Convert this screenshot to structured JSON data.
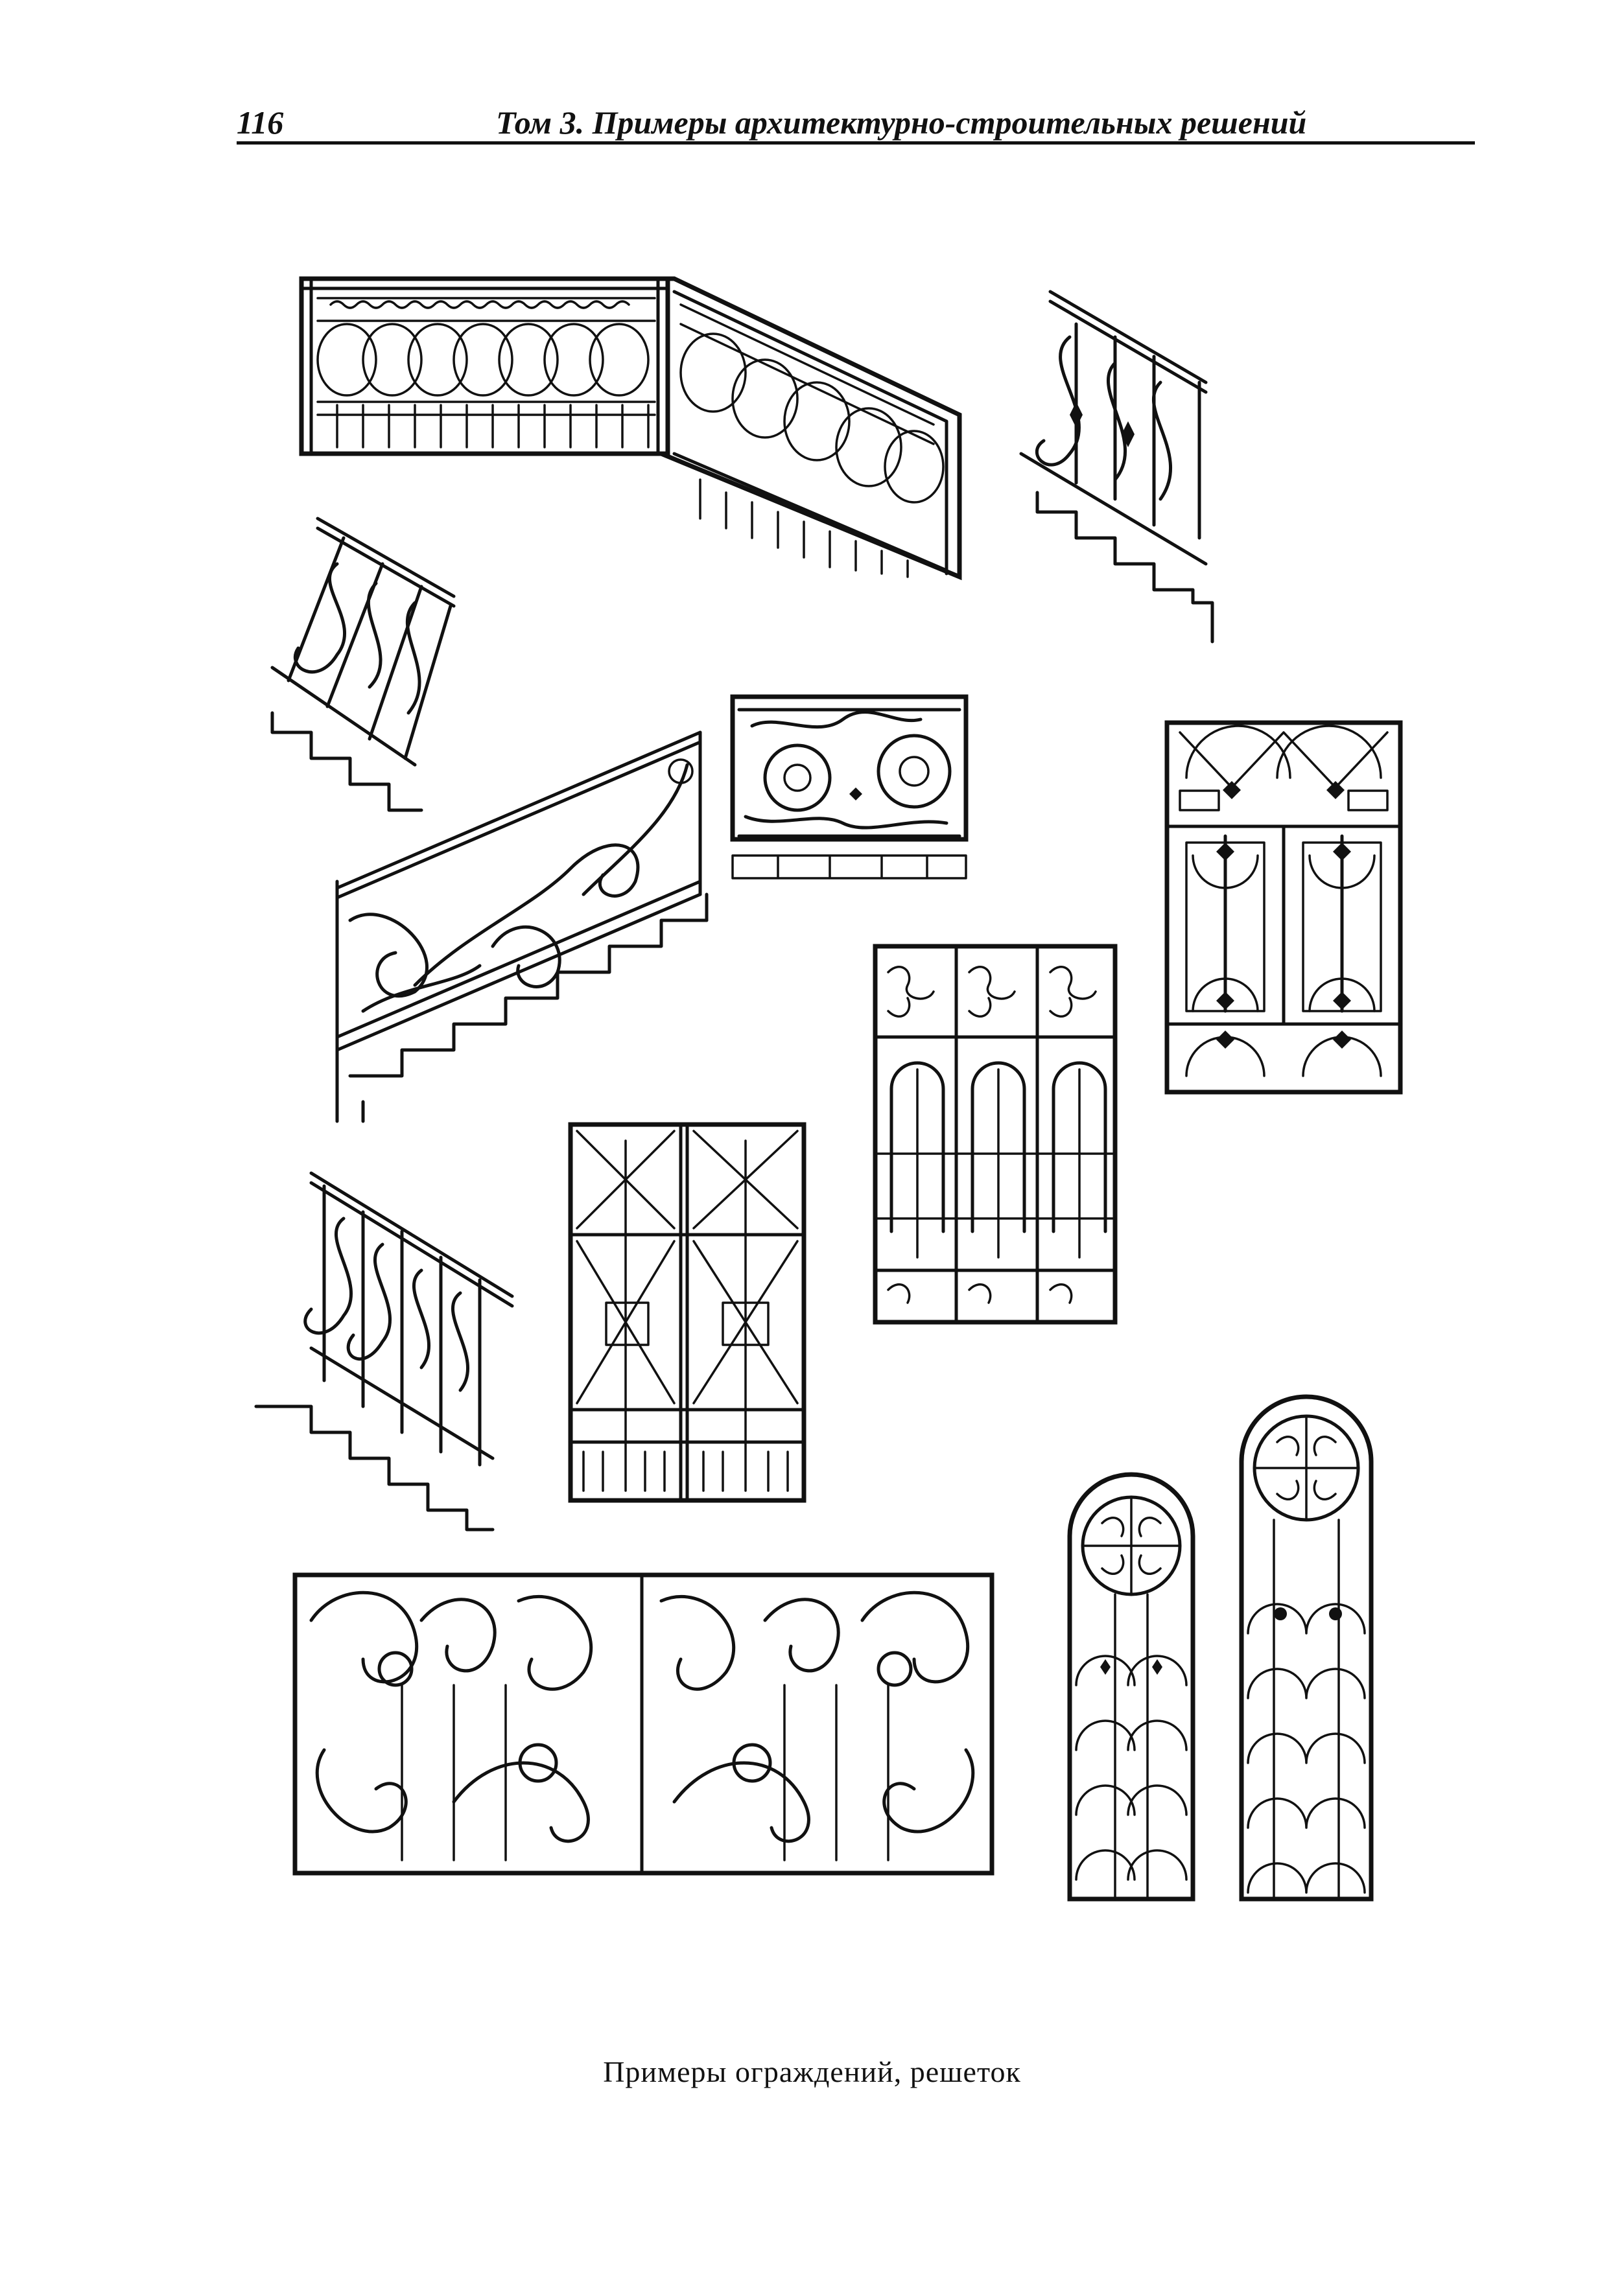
{
  "header": {
    "page_number": "116",
    "running_title": "Том 3. Примеры архитектурно-строительных решений"
  },
  "figure": {
    "caption": "Примеры ограждений, решеток"
  }
}
